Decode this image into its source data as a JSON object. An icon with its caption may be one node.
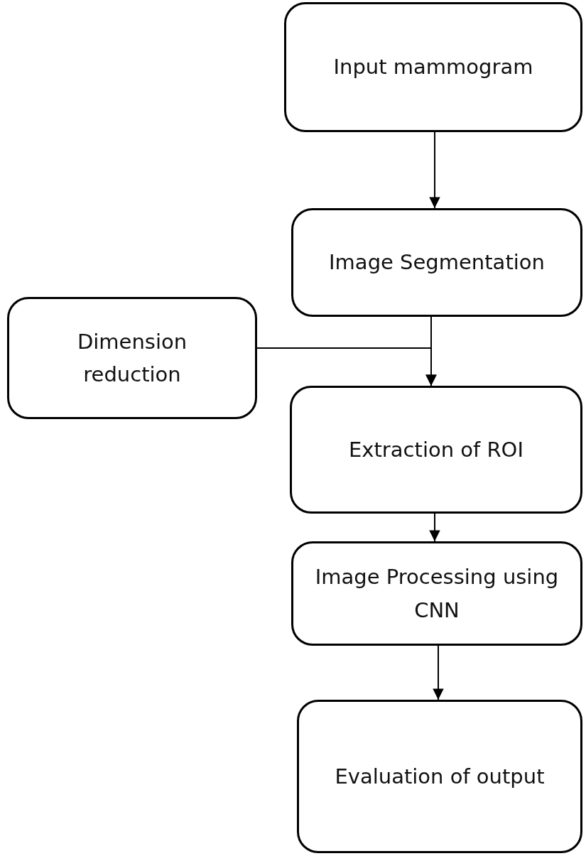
{
  "diagram": {
    "nodes": [
      {
        "text": [
          "Input mammogram"
        ]
      },
      {
        "text": [
          "Image Segmentation"
        ]
      },
      {
        "text": [
          "Dimension reduction"
        ]
      },
      {
        "text": [
          "Extraction of ROI"
        ]
      },
      {
        "text": [
          "Image Processing using CNN"
        ]
      },
      {
        "text": [
          "Evaluation of output"
        ]
      }
    ],
    "edges": [
      {
        "from": 0,
        "to": 1,
        "arrow": "to"
      },
      {
        "from": 1,
        "to": 3,
        "arrow": "to"
      },
      {
        "from": 2,
        "to": 3,
        "arrow": "to"
      },
      {
        "from": 3,
        "to": 4,
        "arrow": "to"
      },
      {
        "from": 4,
        "to": 5,
        "arrow": "to"
      }
    ]
  }
}
